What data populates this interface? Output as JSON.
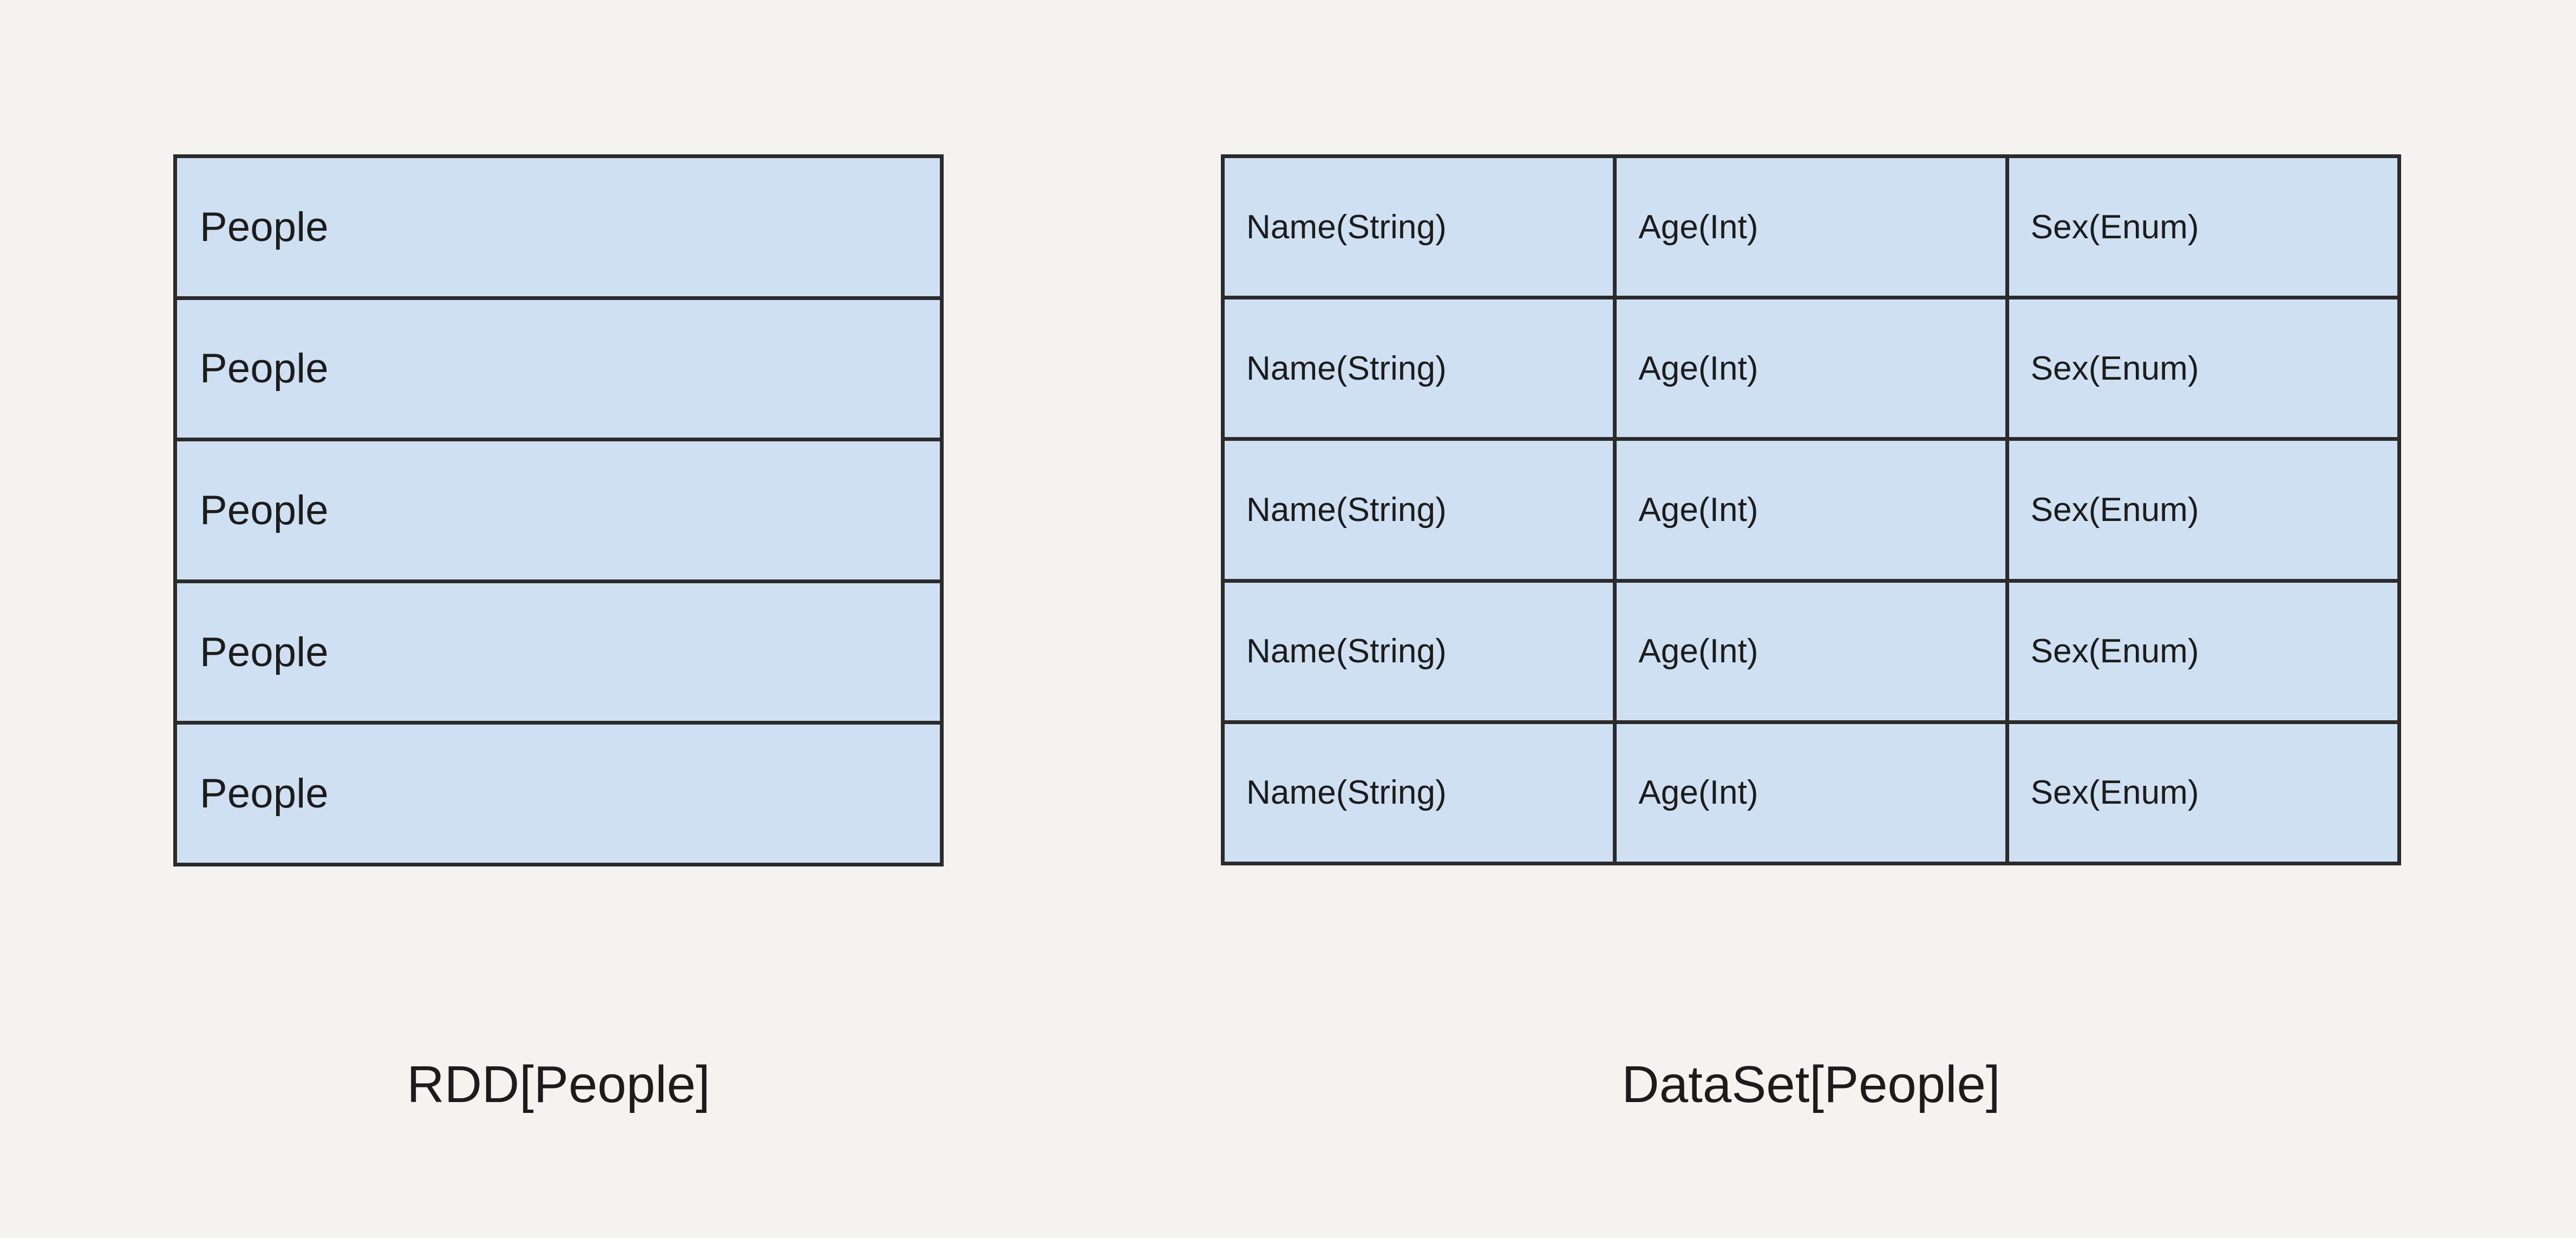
{
  "page": {
    "background_color": "#f5f3ef",
    "cell_fill_color": "#d0e0f3",
    "border_color": "#2b2b2b",
    "text_color": "#1c1c1c"
  },
  "diagram": {
    "type": "comparison-diagram",
    "panels": [
      {
        "id": "rdd",
        "caption": "RDD[People]",
        "kind": "single-column-list",
        "columns": 1,
        "row_count": 5,
        "rows": [
          [
            "People"
          ],
          [
            "People"
          ],
          [
            "People"
          ],
          [
            "People"
          ],
          [
            "People"
          ]
        ]
      },
      {
        "id": "dataset",
        "caption": "DataSet[People]",
        "kind": "three-column-table",
        "columns": 3,
        "row_count": 5,
        "rows": [
          [
            "Name(String)",
            "Age(Int)",
            "Sex(Enum)"
          ],
          [
            "Name(String)",
            "Age(Int)",
            "Sex(Enum)"
          ],
          [
            "Name(String)",
            "Age(Int)",
            "Sex(Enum)"
          ],
          [
            "Name(String)",
            "Age(Int)",
            "Sex(Enum)"
          ],
          [
            "Name(String)",
            "Age(Int)",
            "Sex(Enum)"
          ]
        ]
      }
    ]
  }
}
